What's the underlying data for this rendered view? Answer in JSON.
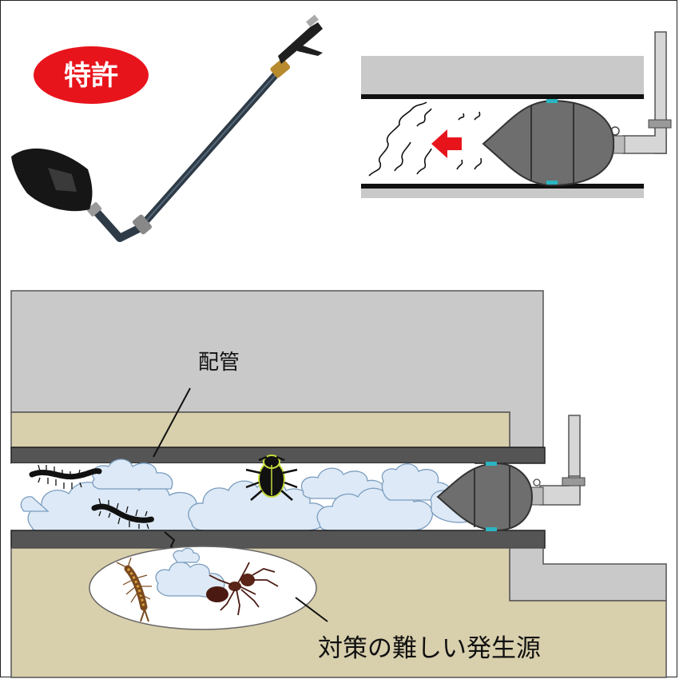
{
  "badge": {
    "text": "特許",
    "color": "#e8141c"
  },
  "labels": {
    "pipe": "配管",
    "source": "対策の難しい発生源"
  },
  "colors": {
    "wall_gray": "#c9c9c9",
    "soil": "#d8cfac",
    "pipe_dark": "#555555",
    "fog": "#dde9f6",
    "nozzle": "#6e6e6e",
    "arrow": "#e8141c"
  },
  "icons": [
    "sprayer-nozzle-icon",
    "spray-direction-arrow-icon",
    "centipede-icon",
    "cockroach-icon",
    "earwig-icon",
    "ant-icon"
  ]
}
